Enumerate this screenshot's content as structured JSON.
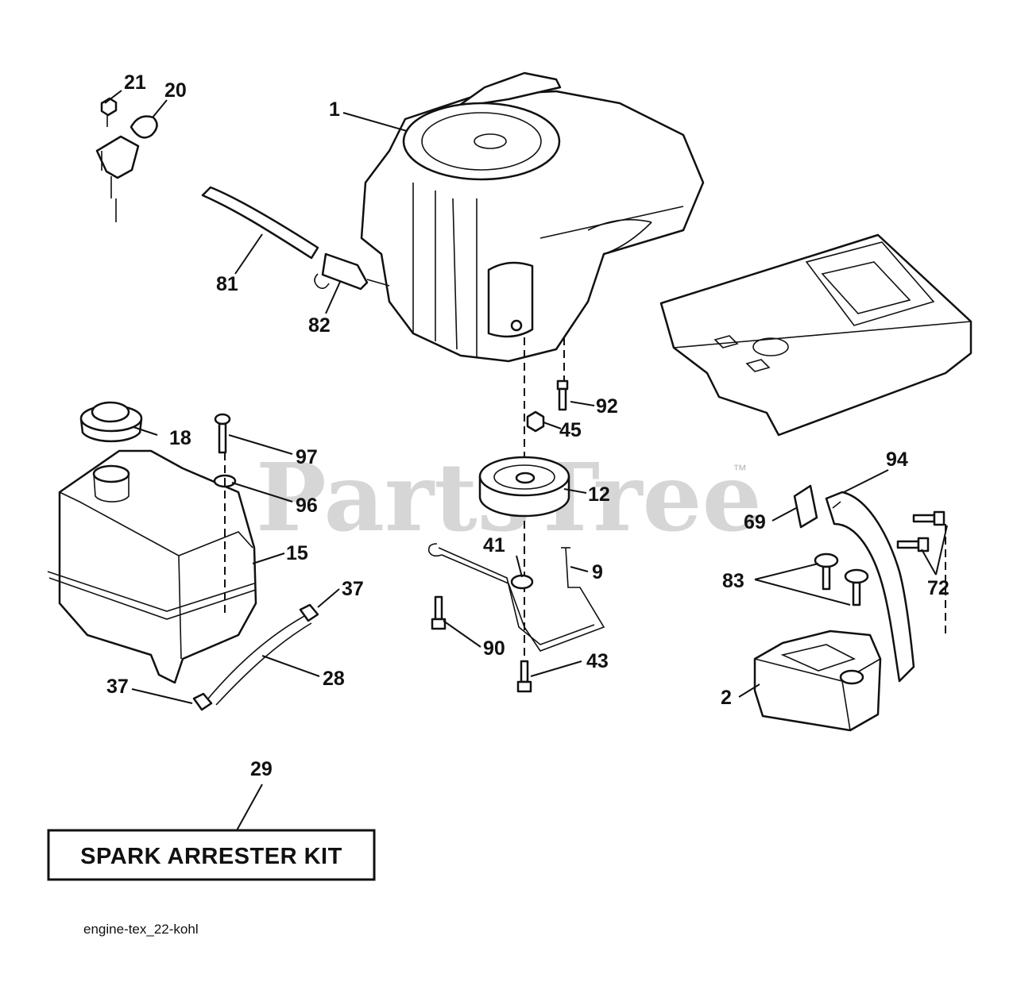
{
  "watermark": {
    "text": "PartsTree",
    "tm": "™"
  },
  "kit_label": "SPARK ARRESTER KIT",
  "diagram_code": "engine-tex_22-kohl",
  "callouts": {
    "c1": "1",
    "c2": "2",
    "c9": "9",
    "c12": "12",
    "c15": "15",
    "c18": "18",
    "c20": "20",
    "c21": "21",
    "c28": "28",
    "c29": "29",
    "c37a": "37",
    "c37b": "37",
    "c41": "41",
    "c43": "43",
    "c45": "45",
    "c69": "69",
    "c72": "72",
    "c81": "81",
    "c82": "82",
    "c83": "83",
    "c90": "90",
    "c92": "92",
    "c94": "94",
    "c96": "96",
    "c97": "97"
  },
  "parts": {
    "engine": "engine",
    "muffler": "muffler",
    "fuel_tank": "fuel-tank",
    "fuel_cap": "fuel-cap",
    "pulley": "pulley",
    "frame_plate": "frame-plate",
    "exhaust_pipe": "exhaust-pipe",
    "fuel_line": "fuel-line",
    "throttle": "throttle-bracket"
  }
}
